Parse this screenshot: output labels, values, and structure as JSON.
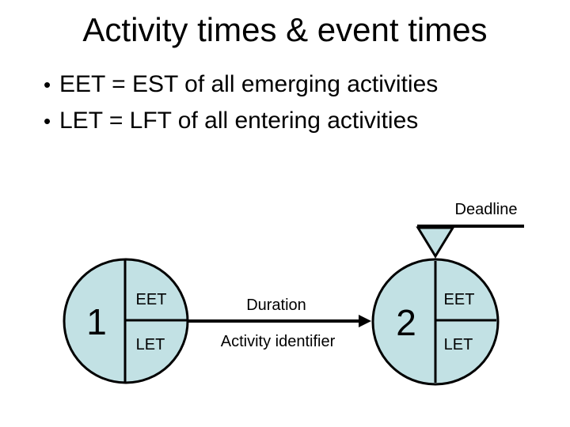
{
  "slide": {
    "title": "Activity times & event times",
    "bullet_char": "•",
    "bullets": [
      "EET = EST of all emerging activities",
      "LET = LFT of all entering activities"
    ]
  },
  "diagram": {
    "deadline_label": "Deadline",
    "duration_label": "Duration",
    "activity_identifier_label": "Activity identifier",
    "nodes": [
      {
        "id": "1",
        "eet_label": "EET",
        "let_label": "LET"
      },
      {
        "id": "2",
        "eet_label": "EET",
        "let_label": "LET"
      }
    ],
    "colors": {
      "node_fill": "#c2e1e4",
      "stroke": "#000000"
    }
  }
}
